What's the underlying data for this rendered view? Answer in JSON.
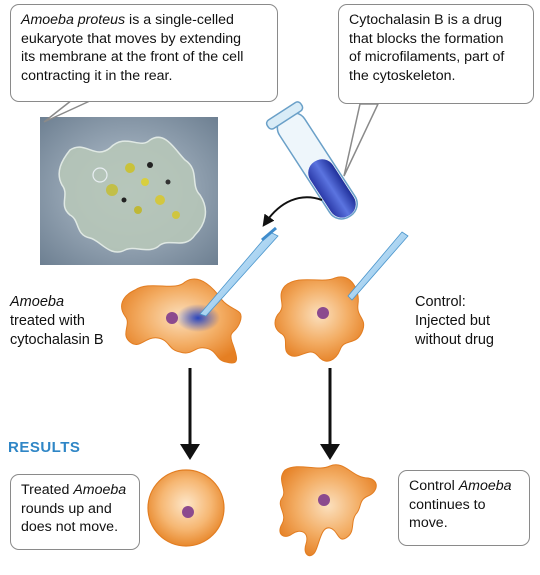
{
  "callouts": {
    "amoeba_info": {
      "l1_italic": "Amoeba proteus",
      "l1_rest": " is a single-celled",
      "l2": "eukaryote that moves by extending",
      "l3": "its membrane at the front of the cell",
      "l4": "contracting it in the rear."
    },
    "drug_info": {
      "l1": "Cytochalasin B is a drug",
      "l2": "that blocks the formation",
      "l3": "of microfilaments, part of",
      "l4": "the cytoskeleton."
    }
  },
  "labels": {
    "treated": {
      "l1_italic": "Amoeba",
      "l2": "treated with",
      "l3": "cytochalasin B"
    },
    "control": {
      "l1": "Control:",
      "l2": "Injected but",
      "l3": "without drug"
    },
    "results_heading": "RESULTS"
  },
  "results": {
    "treated": {
      "l1_pre": "Treated ",
      "l1_italic": "Amoeba",
      "l2": "rounds up and",
      "l3": "does not move."
    },
    "control": {
      "l1_pre": "Control ",
      "l1_italic": "Amoeba",
      "l2": "continues to",
      "l3": "move."
    }
  },
  "colors": {
    "cell_orange": "#ef9a3f",
    "nucleus_purple": "#8b4a8e",
    "results_blue": "#2f86c6",
    "drug_blue": "#2540b8",
    "callout_border": "#8a8a8a"
  }
}
